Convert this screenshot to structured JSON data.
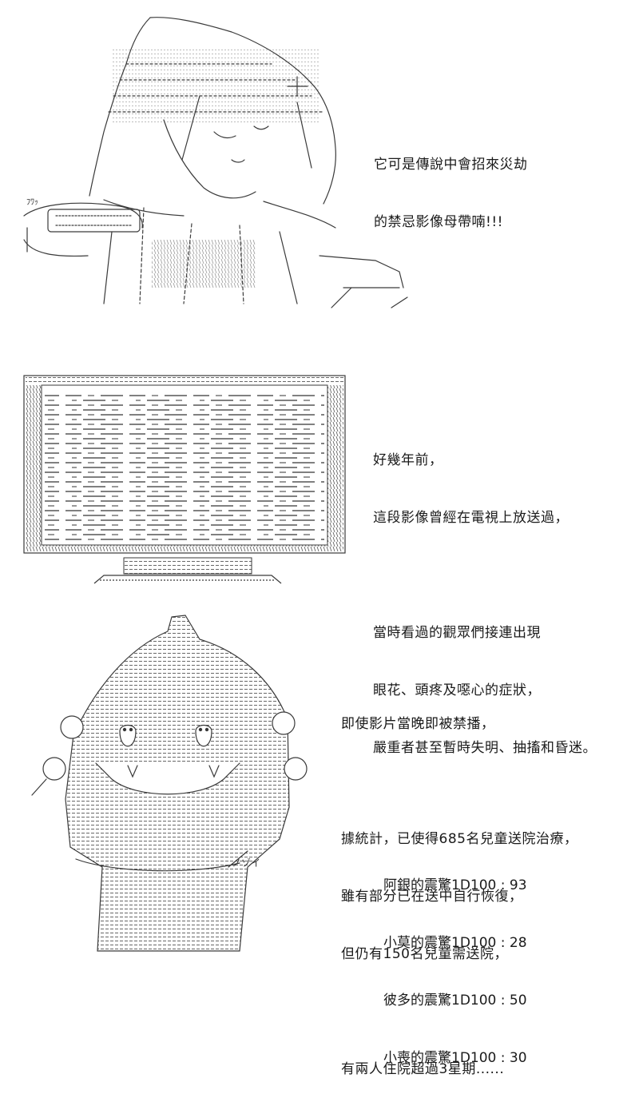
{
  "panel_1": {
    "lines": [
      "它可是傳說中會招來災劫",
      "的禁忌影像母帶喃!!!"
    ],
    "sfx": "ﾌﾜｯ"
  },
  "panel_2": {
    "paragraphs": [
      [
        "好幾年前，",
        "這段影像曾經在電視上放送過，"
      ],
      [
        "當時看過的觀眾們接連出現",
        "眼花、頭疼及噁心的症狀，",
        "嚴重者甚至暫時失明、抽搐和昏迷。"
      ]
    ]
  },
  "panel_3": {
    "paragraphs": [
      [
        "即使影片當晚即被禁播，"
      ],
      [
        "據統計，已使得685名兒童送院治療，",
        "雖有部分已在送中自行恢復，",
        "但仍有150名兒童需送院，"
      ],
      [
        "有兩人住院超過3星期......"
      ]
    ],
    "sfx": "ノゾイ"
  },
  "dice_rolls": [
    {
      "label": "阿銀的震驚1D100 : 93"
    },
    {
      "label": "小莫的震驚1D100 : 28"
    },
    {
      "label": "彼多的震驚1D100 : 50"
    },
    {
      "label": "小喪的震驚1D100 : 30"
    }
  ],
  "colors": {
    "ink": "#1a1a1a",
    "line": "#3a3a3a",
    "background": "#ffffff"
  }
}
